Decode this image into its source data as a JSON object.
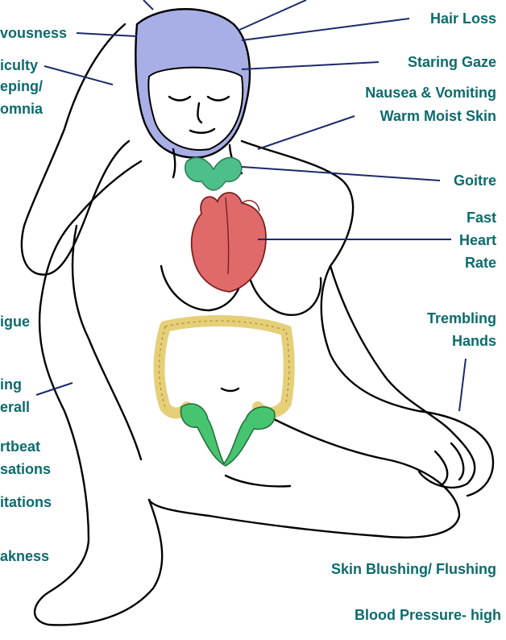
{
  "labels": {
    "nervousness": "vousness",
    "difficulty_sleeping": [
      "iculty",
      "eping/",
      "omnia"
    ],
    "fatigue": "igue",
    "sweating_overall": [
      "ing",
      "erall"
    ],
    "heartbeat_sensations": [
      "rtbeat",
      "sations"
    ],
    "palpitations": "itations",
    "weakness": "akness",
    "hair_loss": "Hair Loss",
    "staring_gaze": "Staring Gaze",
    "nausea_vomiting": "Nausea & Vomiting",
    "warm_moist_skin": "Warm Moist Skin",
    "goitre": "Goitre",
    "fast_heart_rate": [
      "Fast",
      "Heart",
      "Rate"
    ],
    "trembling_hands": [
      "Trembling",
      "Hands"
    ],
    "skin_blushing": "Skin Blushing/ Flushing",
    "blood_pressure": "Blood Pressure- high"
  },
  "colors": {
    "label_text": "#0b6b6e",
    "leader_line": "#1b2a6b",
    "head": "#a8aee6",
    "thyroid": "#4dbf8a",
    "heart": "#e06a6a",
    "intestine": "#e6cf79",
    "pelvis_green": "#47c46f"
  }
}
